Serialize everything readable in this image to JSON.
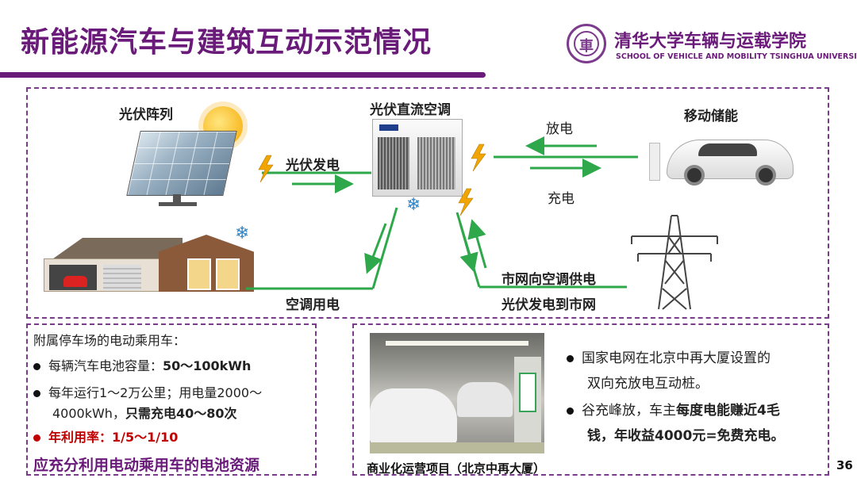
{
  "header": {
    "title": "新能源汽车与建筑互动示范情况",
    "school_cn": "清华大学车辆与运载学院",
    "school_en": "SCHOOL OF VEHICLE AND MOBILITY TSINGHUA UNIVERSITY",
    "seal_char": "車"
  },
  "diagram": {
    "pv_array": "光伏阵列",
    "pv_ac": "光伏直流空调",
    "mobile_storage": "移动储能",
    "pv_generation": "光伏发电",
    "discharge": "放电",
    "charge": "充电",
    "ac_power": "空调用电",
    "grid_to_ac": "市网向空调供电",
    "pv_to_grid": "光伏发电到市网",
    "colors": {
      "arrow": "#2ea84a",
      "frame": "#7b3b8c",
      "title": "#6a1b7a",
      "bolt": "#f0a500"
    }
  },
  "left_panel": {
    "heading": "附属停车场的电动乘用车：",
    "items": [
      {
        "prefix": "每辆汽车电池容量：",
        "bold": "50～100kWh"
      },
      {
        "line1": "每年运行1～2万公里；用电量2000～",
        "line2_normal": "4000kWh，",
        "line2_bold": "只需充电40～80次"
      },
      {
        "red": "年利用率：1/5～1/10"
      }
    ],
    "conclusion": "应充分利用电动乘用车的电池资源"
  },
  "right_panel": {
    "bullets": [
      {
        "line1": "国家电网在北京中再大厦设置的",
        "line2": "双向充放电互动桩。"
      },
      {
        "line1_normal": "谷充峰放，车主",
        "line1_bold": "每度电能赚近4毛",
        "line2": "钱，年收益4000元=免费充电。"
      }
    ],
    "caption": "商业化运营项目（北京中再大厦）"
  },
  "page_number": "36"
}
